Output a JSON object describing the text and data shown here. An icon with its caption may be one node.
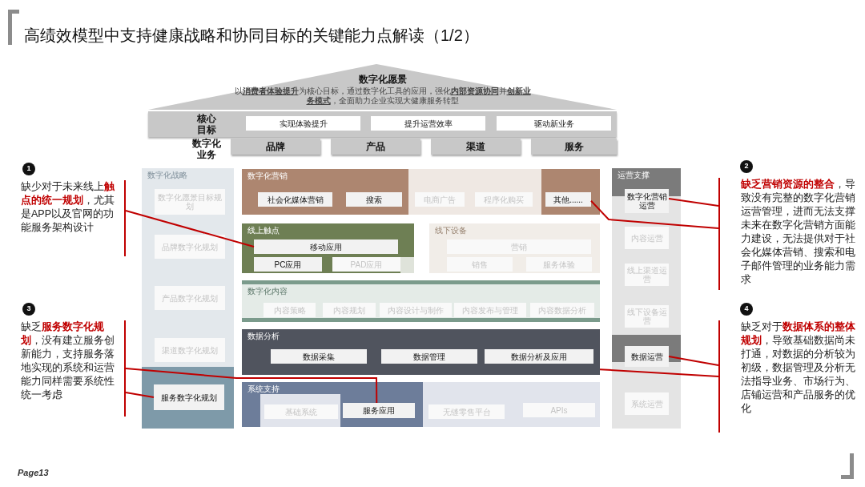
{
  "diagram": {
    "title": "高绩效模型中支持健康战略和协同目标的关键能力点解读（1/2）",
    "nodes": [
      {
        "text": [
          "数字化愿景",
          "以**消费者体验提升**为核心目标，通过数字化工具的应用，强化**内部资源协同**并**创新业务模式**，全面助力企业实现大健康服务转型"
        ]
      },
      {
        "text": [
          "核心目标"
        ]
      },
      {
        "text": [
          "实现体验提升"
        ],
        "in": 1
      },
      {
        "text": [
          "提升运营效率"
        ],
        "in": 1
      },
      {
        "text": [
          "驱动新业务"
        ],
        "in": 1
      },
      {
        "text": [
          "品牌"
        ]
      },
      {
        "text": [
          "产品"
        ]
      },
      {
        "text": [
          "渠道"
        ]
      },
      {
        "text": [
          "服务"
        ]
      },
      {
        "text": [
          "数字化战略"
        ]
      },
      {
        "text": [
          "数字化愿景目标规划"
        ],
        "in": 9
      },
      {
        "text": [
          "品牌数字化规划"
        ],
        "in": 9
      },
      {
        "text": [
          "产品数字化规划"
        ],
        "in": 9
      },
      {
        "text": [
          "渠道数字化规划"
        ],
        "in": 9
      },
      {
        "text": [
          "服务数字化规划"
        ],
        "in": 9
      },
      {
        "text": [
          "数字化营销"
        ]
      },
      {
        "text": [
          "社会化媒体营销"
        ],
        "in": 15
      },
      {
        "text": [
          "搜索"
        ],
        "in": 15
      },
      {
        "text": [
          "电商广告"
        ],
        "in": 15
      },
      {
        "text": [
          "程序化购买"
        ],
        "in": 15
      },
      {
        "text": [
          "其他......"
        ],
        "in": 15
      },
      {
        "text": [
          "线上触点"
        ]
      },
      {
        "text": [
          "移动应用"
        ],
        "in": 21
      },
      {
        "text": [
          "PC应用"
        ],
        "in": 21
      },
      {
        "text": [
          "PAD应用"
        ],
        "in": 21
      },
      {
        "text": [
          "线下设备"
        ]
      },
      {
        "text": [
          "营销"
        ],
        "in": 25
      },
      {
        "text": [
          "销售"
        ],
        "in": 25
      },
      {
        "text": [
          "服务体验"
        ],
        "in": 25
      },
      {
        "text": [
          "数字化内容"
        ]
      },
      {
        "text": [
          "内容策略"
        ],
        "in": 29
      },
      {
        "text": [
          "内容规划"
        ],
        "in": 29
      },
      {
        "text": [
          "内容设计与制作"
        ],
        "in": 29
      },
      {
        "text": [
          "内容发布与管理"
        ],
        "in": 29
      },
      {
        "text": [
          "内容数据分析"
        ],
        "in": 29
      },
      {
        "text": [
          "数据分析"
        ]
      },
      {
        "text": [
          "数据采集"
        ],
        "in": 35
      },
      {
        "text": [
          "数据管理"
        ],
        "in": 35
      },
      {
        "text": [
          "数据分析及应用"
        ],
        "in": 35
      },
      {
        "text": [
          "系统支持"
        ]
      },
      {
        "text": [
          "基础系统"
        ],
        "in": 39
      },
      {
        "text": [
          "服务应用"
        ],
        "in": 39
      },
      {
        "text": [
          "无缝零售平台"
        ],
        "in": 39
      },
      {
        "text": [
          "APIs"
        ],
        "in": 39
      },
      {
        "text": [
          "运营支撑"
        ]
      },
      {
        "text": [
          "数字化营销运营"
        ],
        "in": 44
      },
      {
        "text": [
          "内容运营"
        ],
        "in": 44
      },
      {
        "text": [
          "线上渠道运营"
        ],
        "in": 44
      },
      {
        "text": [
          "线下设备运营"
        ],
        "in": 44
      },
      {
        "text": [
          "数据运营"
        ],
        "in": 44
      },
      {
        "text": [
          "系统运营"
        ],
        "in": 44
      },
      {
        "text": [
          "缺少对于未来线上**触点的统一规划**，尤其是APP以及官网的功能服务架构设计"
        ],
        "beside": [
          "1"
        ]
      },
      {
        "text": [
          "**缺乏营销资源的整合**，导致没有完整的数字化营销运营管理，进而无法支撑未来在数字化营销方面能力建设，无法提供对于社会化媒体营销、搜索和电子邮件管理的业务能力需求"
        ],
        "beside": [
          "2"
        ]
      },
      {
        "text": [
          "缺乏**服务数字化规划**，没有建立服务创新能力，支持服务落地实现的系统和运营能力同样需要系统性统一考虑"
        ],
        "beside": [
          "3"
        ]
      },
      {
        "text": [
          "缺乏对于**数据体系的整体规划**，导致基础数据尚未打通，对数据的分析较为初级，数据管理及分析无法指导业务、市场行为、店铺运营和产品服务的优化"
        ],
        "beside": [
          "4"
        ]
      }
    ],
    "edges": [
      {
        "from": 51,
        "to": 22,
        "arrow": "none",
        "color": "#c00000"
      },
      {
        "from": 52,
        "to": 45,
        "arrow": "none",
        "color": "#c00000"
      },
      {
        "from": 52,
        "to": 20,
        "arrow": "none",
        "color": "#c00000"
      },
      {
        "from": 53,
        "to": 41,
        "arrow": "none",
        "color": "#c00000"
      },
      {
        "from": 53,
        "to": 14,
        "arrow": "none",
        "color": "#c00000"
      },
      {
        "from": 54,
        "to": 49,
        "arrow": "none",
        "color": "#c00000"
      },
      {
        "from": 54,
        "to": 35,
        "arrow": "none",
        "color": "#c00000"
      }
    ],
    "labels": [
      "数字化业务",
      "Page13"
    ]
  }
}
